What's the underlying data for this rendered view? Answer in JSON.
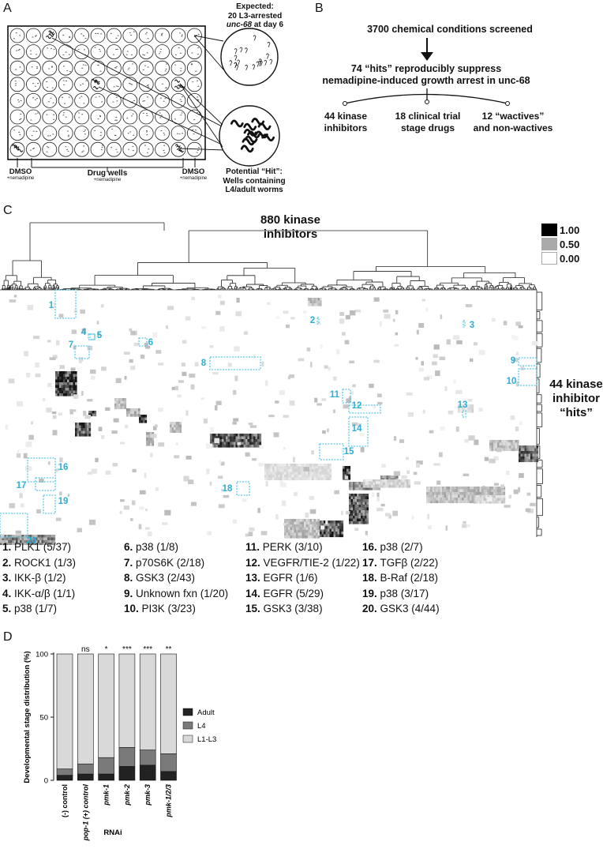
{
  "panels": {
    "a": "A",
    "b": "B",
    "c": "C",
    "d": "D"
  },
  "panel_a": {
    "expected_line1": "Expected:",
    "expected_line2": "20 L3-arrested",
    "expected_line3": "unc-68",
    "expected_line3_suffix": " at day 6",
    "hit_line1": "Potential “Hit”:",
    "hit_line2": "Wells containing",
    "hit_line3": "L4/adult worms",
    "dmso_left": "DMSO",
    "dmso_left_sub": "+nemadipine",
    "drug_wells": "Drug wells",
    "drug_wells_sub": "+nemadipine",
    "dmso_right": "DMSO",
    "dmso_right_sub": "+nemadipine"
  },
  "panel_b": {
    "screened": "3700 chemical conditions screened",
    "hits_line1": "74 “hits” reproducibly suppress",
    "hits_line2": "nemadipine-induced growth arrest in unc-68",
    "branch1_line1": "44 kinase",
    "branch1_line2": "inhibitors",
    "branch2_line1": "18 clinical trial",
    "branch2_line2": "stage drugs",
    "branch3_line1": "12 “wactives”",
    "branch3_line2": "and non-wactives"
  },
  "panel_c": {
    "top_label_line1": "880 kinase",
    "top_label_line2": "inhibitors",
    "right_label_line1": "44 kinase",
    "right_label_line2": "inhibitor",
    "right_label_line3": "“hits”",
    "scale": [
      "1.00",
      "0.50",
      "0.00"
    ],
    "box_numbers": [
      "1",
      "2",
      "3",
      "4",
      "5",
      "6",
      "7",
      "8",
      "9",
      "10",
      "11",
      "12",
      "13",
      "14",
      "15",
      "16",
      "17",
      "18",
      "19",
      "20"
    ],
    "hits": [
      {
        "n": "1.",
        "label": "PLK1 (5/37)"
      },
      {
        "n": "2.",
        "label": "ROCK1 (1/3)"
      },
      {
        "n": "3.",
        "label": "IKK-β (1/2)"
      },
      {
        "n": "4.",
        "label": "IKK-α/β (1/1)"
      },
      {
        "n": "5.",
        "label": "p38 (1/7)"
      },
      {
        "n": "6.",
        "label": "p38 (1/8)"
      },
      {
        "n": "7.",
        "label": "p70S6K (2/18)"
      },
      {
        "n": "8.",
        "label": "GSK3 (2/43)"
      },
      {
        "n": "9.",
        "label": "Unknown fxn (1/20)"
      },
      {
        "n": "10.",
        "label": "PI3K (3/23)"
      },
      {
        "n": "11.",
        "label": "PERK (3/10)"
      },
      {
        "n": "12.",
        "label": "VEGFR/TIE-2 (1/22)"
      },
      {
        "n": "13.",
        "label": "EGFR (1/6)"
      },
      {
        "n": "14.",
        "label": "EGFR (5/29)"
      },
      {
        "n": "15.",
        "label": "GSK3 (3/38)"
      },
      {
        "n": "16.",
        "label": "p38 (2/7)"
      },
      {
        "n": "17.",
        "label": "TGFβ (2/22)"
      },
      {
        "n": "18.",
        "label": "B-Raf (2/18)"
      },
      {
        "n": "19.",
        "label": "p38 (3/17)"
      },
      {
        "n": "20.",
        "label": "GSK3 (4/44)"
      }
    ]
  },
  "chart_data": {
    "type": "bar",
    "stacked": true,
    "categories": [
      "(-) control",
      "pop-1 (+) control",
      "pmk-1",
      "pmk-2",
      "pmk-3",
      "pmk-1/2/3"
    ],
    "significance": [
      "",
      "ns",
      "*",
      "***",
      "***",
      "**"
    ],
    "series": [
      {
        "name": "Adult",
        "color": "#222222",
        "values": [
          4,
          5,
          5,
          11,
          12,
          7
        ]
      },
      {
        "name": "L4",
        "color": "#7a7a7a",
        "values": [
          5,
          8,
          13,
          15,
          12,
          14
        ]
      },
      {
        "name": "L1-L3",
        "color": "#d9d9d9",
        "values": [
          91,
          87,
          82,
          74,
          76,
          79
        ]
      }
    ],
    "ylabel": "Developmental stage distribution (%)",
    "xlabel": "RNAi",
    "ylim": [
      0,
      100
    ],
    "yticks": [
      "0",
      "50",
      "100"
    ],
    "legend_placement": "right"
  },
  "colors": {
    "accent": "#2ab0d6",
    "box_border": "#5ec8e6"
  }
}
